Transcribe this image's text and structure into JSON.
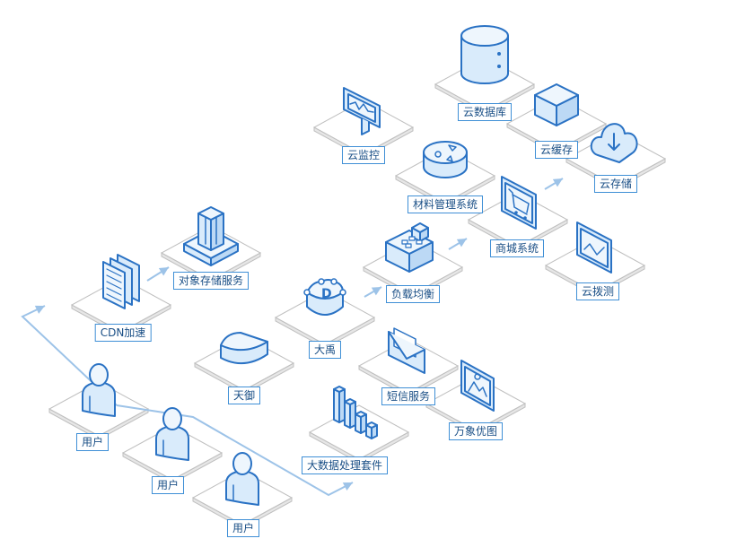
{
  "colors": {
    "stroke": "#2a72c4",
    "fill": "#d9ebfb",
    "fill_light": "#eef6fd",
    "plate": "#bfbfbf",
    "arrow": "#9dc3e8",
    "label_border": "#3f8fd6",
    "label_text": "#1a4f86"
  },
  "nodes": [
    {
      "id": "yun-shujuku",
      "label": "云数据库",
      "icon": "database-icon"
    },
    {
      "id": "yun-jiankong",
      "label": "云监控",
      "icon": "monitor-chart-icon"
    },
    {
      "id": "yun-huancun",
      "label": "云缓存",
      "icon": "cache-box-icon"
    },
    {
      "id": "yun-cunchu",
      "label": "云存储",
      "icon": "cloud-download-icon"
    },
    {
      "id": "cailiao-guanli",
      "label": "材料管理系统",
      "icon": "disk-puck-icon"
    },
    {
      "id": "shangcheng",
      "label": "商城系统",
      "icon": "shopping-cart-icon"
    },
    {
      "id": "yun-boce",
      "label": "云拨测",
      "icon": "line-chart-screen-icon"
    },
    {
      "id": "duixiang-cunchu",
      "label": "对象存储服务",
      "icon": "server-tower-icon"
    },
    {
      "id": "fuzai-junheng",
      "label": "负载均衡",
      "icon": "network-router-icon"
    },
    {
      "id": "cdn-jiasu",
      "label": "CDN加速",
      "icon": "document-stack-icon"
    },
    {
      "id": "dayu",
      "label": "大禹",
      "icon": "shield-d-icon"
    },
    {
      "id": "duanxin",
      "label": "短信服务",
      "icon": "envelope-icon"
    },
    {
      "id": "tianyu",
      "label": "天御",
      "icon": "shield-icon"
    },
    {
      "id": "wanxiang-youtu",
      "label": "万象优图",
      "icon": "image-frame-icon"
    },
    {
      "id": "dashuju",
      "label": "大数据处理套件",
      "icon": "bar-chart-3d-icon"
    },
    {
      "id": "user-1",
      "label": "用户",
      "icon": "user-icon"
    },
    {
      "id": "user-2",
      "label": "用户",
      "icon": "user-icon"
    },
    {
      "id": "user-3",
      "label": "用户",
      "icon": "user-icon"
    }
  ],
  "arrows": [
    {
      "from": "user-flow",
      "to": "cdn-jiasu"
    },
    {
      "from": "cdn-jiasu",
      "to": "duixiang-cunchu"
    },
    {
      "from": "dayu",
      "to": "fuzai-junheng"
    },
    {
      "from": "fuzai-junheng",
      "to": "shangcheng"
    },
    {
      "from": "shangcheng",
      "to": "yun-cunchu"
    },
    {
      "from": "user-flow",
      "to": "dashuju"
    }
  ]
}
